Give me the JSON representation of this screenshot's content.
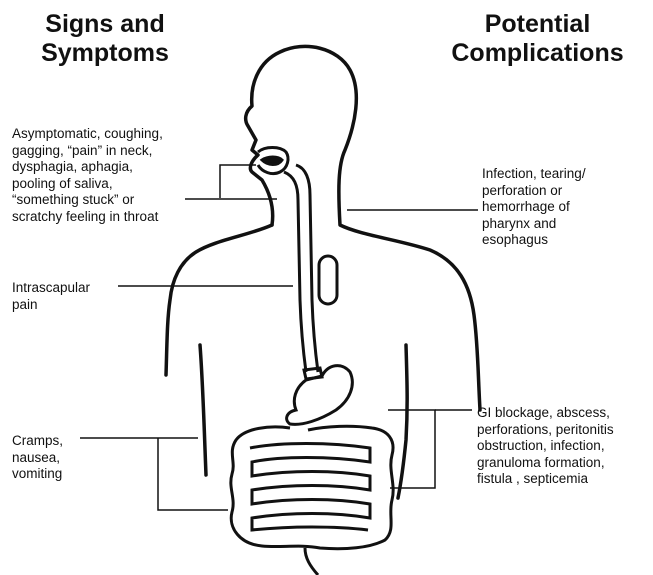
{
  "headings": {
    "left": "Signs and\nSymptoms",
    "right": "Potential\nComplications"
  },
  "signs": {
    "throat": "Asymptomatic, coughing,\ngagging, “pain” in neck,\ndysphagia, aphagia,\npooling of saliva,\n“something stuck” or\nscratchy feeling in throat",
    "intrascapular": "Intrascapular\npain",
    "abdominal": "Cramps,\nnausea,\nvomiting"
  },
  "complications": {
    "upper": "Infection, tearing/\nperforation or\nhemorrhage of\npharynx and\nesophagus",
    "lower": "GI blockage, abscess,\nperforations, peritonitis\nobstruction, infection,\ngranuloma formation,\nfistula , septicemia"
  }
}
